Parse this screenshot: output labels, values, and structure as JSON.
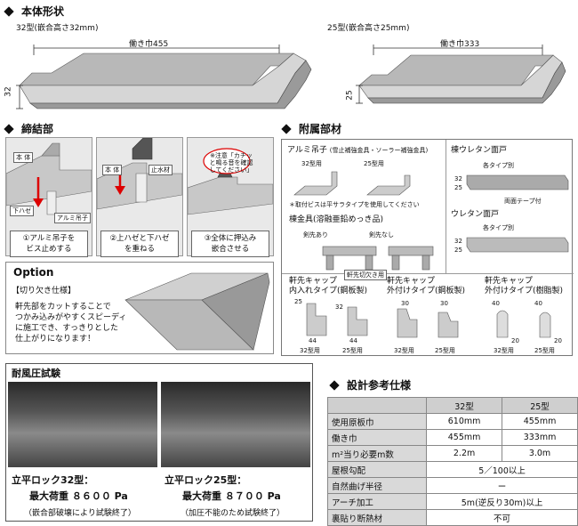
{
  "body_shape": {
    "title": "本体形状",
    "type32": {
      "label": "32型(嵌合高さ32mm)",
      "width_label": "働き巾455",
      "height_label": "32"
    },
    "type25": {
      "label": "25型(嵌合高さ25mm)",
      "width_label": "働き巾333",
      "height_label": "25"
    }
  },
  "fastening": {
    "title": "締結部",
    "labels": {
      "body": "本 体",
      "body2": "本 体",
      "lower_seam": "下ハゼ",
      "aluminum_clip": "アルミ吊子",
      "upper_seam": "止水材",
      "note": "※注意「カチッと鳴る音を確認してください」"
    },
    "steps": [
      {
        "line1": "①アルミ吊子を",
        "line2": "ビス止めする"
      },
      {
        "line1": "②上ハゼと下ハゼ",
        "line2": "を重ねる"
      },
      {
        "line1": "③全体に押込み",
        "line2": "嵌合させる"
      }
    ]
  },
  "option": {
    "title": "Option",
    "subtitle": "【切り欠き仕様】",
    "lines": [
      "軒先部をカットすることで",
      "つかみ込みがやすくスピーディ",
      "に施工でき、すっきりとした",
      "仕上がりになります！"
    ]
  },
  "accessories": {
    "title": "附属部材",
    "aluminum_clip": {
      "title": "アルミ吊子",
      "subtitle": "(雪止補強金具・ソーラー補強金具)",
      "label32": "32型用",
      "label25": "25型用",
      "note": "＊取付ビスは平サラタイプを使用してください"
    },
    "ridge_urethane": {
      "title": "棟ウレタン面戸",
      "dim32": "32",
      "dim25": "25",
      "type_label": "各タイプ別",
      "tape_label": "両面テープ付"
    },
    "urethane": {
      "title": "ウレタン面戸",
      "dim32": "32",
      "dim25": "25",
      "type_label": "各タイプ別"
    },
    "ridge_bracket": {
      "title": "棟金具(溶融亜鉛めっき品)",
      "with_drill": "剣先あり",
      "without_drill": "剣先なし"
    },
    "eaves_cap_in": {
      "title1": "軒先キャップ",
      "title2": "内入れタイプ(鋼板製)",
      "badge": "軒先切欠き用",
      "label32": "32型用",
      "label25": "25型用",
      "d25": "25",
      "d44a": "44",
      "d44b": "44",
      "d32": "32"
    },
    "eaves_cap_out": {
      "title1": "軒先キャップ",
      "title2": "外付けタイプ(鋼板製)",
      "label32": "32型用",
      "label25": "25型用",
      "d30a": "30",
      "d30b": "30"
    },
    "eaves_cap_resin": {
      "title1": "軒先キャップ",
      "title2": "外付けタイプ(樹脂製)",
      "label32": "32型用",
      "label25": "25型用",
      "d40a": "40",
      "d40b": "40",
      "d20a": "20",
      "d20b": "20"
    }
  },
  "wind_test": {
    "title": "耐風圧試験",
    "left": {
      "line1": "立平ロック32型：",
      "line2": "最大荷重 ８６００ Pa",
      "line3": "（嵌合部破壊により試験終了）"
    },
    "right": {
      "line1": "立平ロック25型：",
      "line2": "最大荷重 ８７００ Pa",
      "line3": "（加圧不能のため試験終了）"
    }
  },
  "design_spec": {
    "title": "設計参考仕様",
    "headers": [
      "",
      "32型",
      "25型"
    ],
    "rows": [
      {
        "label": "使用原板巾",
        "v32": "610mm",
        "v25": "455mm"
      },
      {
        "label": "働き巾",
        "v32": "455mm",
        "v25": "333mm"
      },
      {
        "label": "m²当り必要m数",
        "v32": "2.2m",
        "v25": "3.0m"
      },
      {
        "label": "屋根勾配",
        "span": "5／100以上"
      },
      {
        "label": "自然曲げ半径",
        "span": "ー"
      },
      {
        "label": "アーチ加工",
        "span": "5m(逆反り30m)以上"
      },
      {
        "label": "裏貼り断熱材",
        "span": "不可"
      }
    ]
  }
}
